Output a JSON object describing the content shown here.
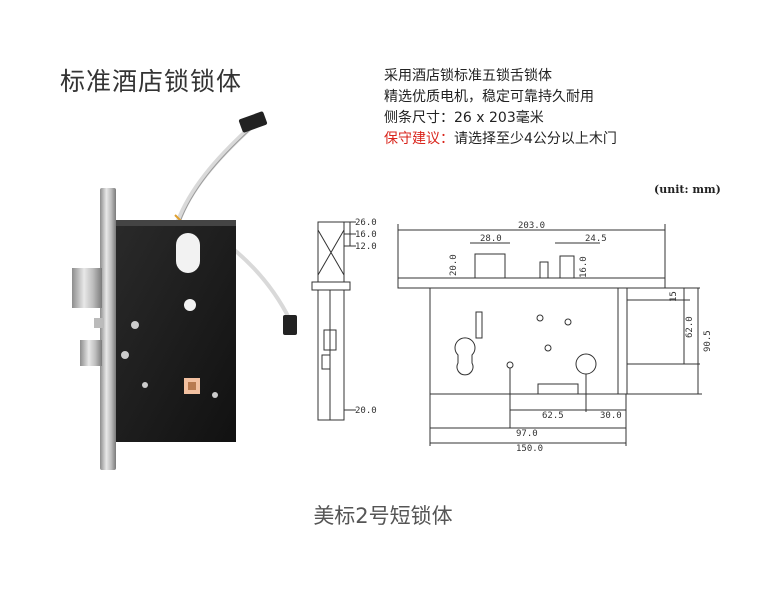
{
  "title": "标准酒店锁锁体",
  "specs": {
    "line1": "采用酒店锁标准五锁舌锁体",
    "line2": "精选优质电机，稳定可靠持久耐用",
    "line3": "侧条尺寸：26 x 203毫米",
    "warning_label": "保守建议：",
    "warning_text": "请选择至少4公分以上木门"
  },
  "unit": "(unit: mm)",
  "side_dims": {
    "d1": "26.0",
    "d2": "16.0",
    "d3": "12.0",
    "d4": "20.0"
  },
  "front_dims": {
    "total_length": "203.0",
    "d28": "28.0",
    "d24": "24.5",
    "d20": "20.0",
    "d16": "16.0",
    "d15": "15",
    "d62": "62.0",
    "d90": "90.5",
    "d625": "62.5",
    "d30": "30.0",
    "d97": "97.0",
    "d150": "150.0"
  },
  "caption": "美标2号短锁体"
}
